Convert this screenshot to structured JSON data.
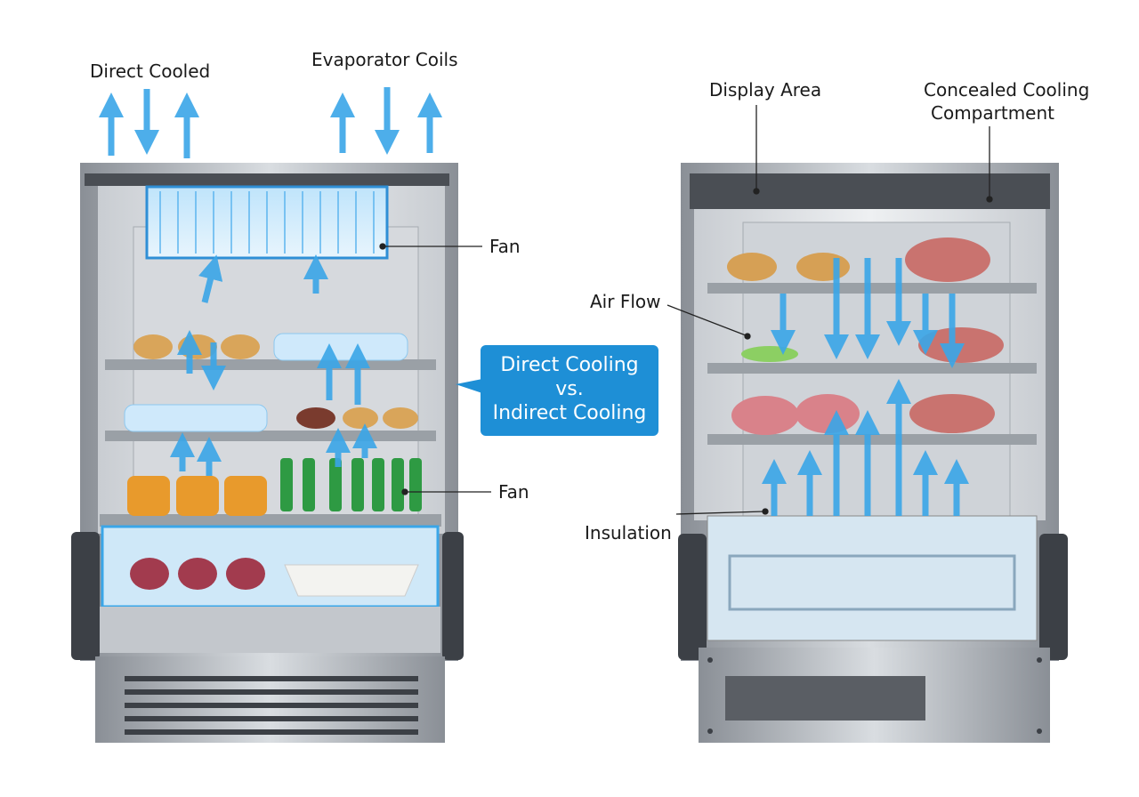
{
  "labels": {
    "direct_cooled": "Direct Cooled",
    "evaporator_coils": "Evaporator Coils",
    "fan_top": "Fan",
    "fan_bottom": "Fan",
    "display_area": "Display Area",
    "concealed_line1": "Concealed Cooling",
    "concealed_line2": "Compartment",
    "air_flow": "Air Flow",
    "insulation": "Insulation"
  },
  "callout": {
    "line1": "Direct Cooling",
    "line2": "vs.",
    "line3": "Indirect Cooling"
  },
  "colors": {
    "accent": "#1e8fd6",
    "airflow": "#3aa6e8",
    "steel": "#b9bec4",
    "dark_steel": "#4a4e54"
  }
}
